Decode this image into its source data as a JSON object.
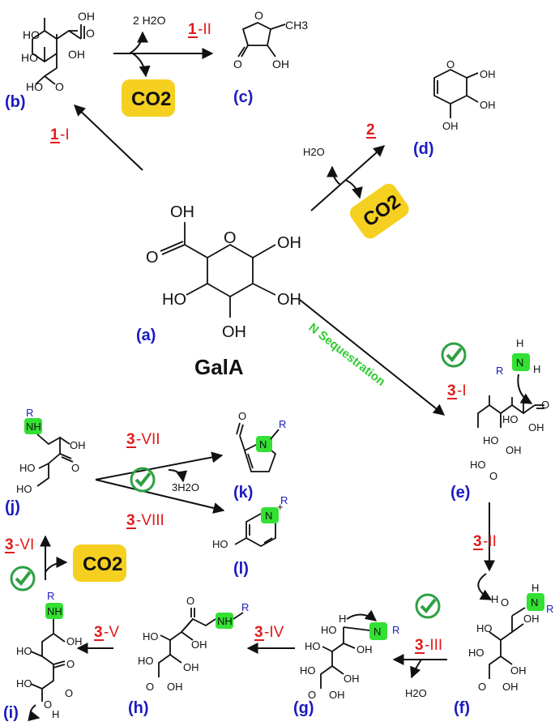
{
  "labels": {
    "a": "(a)",
    "b": "(b)",
    "c": "(c)",
    "d": "(d)",
    "e": "(e)",
    "f": "(f)",
    "g": "(g)",
    "h": "(h)",
    "i": "(i)",
    "j": "(j)",
    "k": "(k)",
    "l": "(l)"
  },
  "title": "GalA",
  "n_sequestration": "N Sequestration",
  "steps": {
    "s1_I": {
      "num": "1",
      "roman": "-I"
    },
    "s1_II": {
      "num": "1",
      "roman": "-II"
    },
    "s2": {
      "num": "2",
      "roman": ""
    },
    "s3_I": {
      "num": "3",
      "roman": "-I"
    },
    "s3_II": {
      "num": "3",
      "roman": "-II"
    },
    "s3_III": {
      "num": "3",
      "roman": "-III"
    },
    "s3_IV": {
      "num": "3",
      "roman": "-IV"
    },
    "s3_V": {
      "num": "3",
      "roman": "-V"
    },
    "s3_VI": {
      "num": "3",
      "roman": "-VI"
    },
    "s3_VII": {
      "num": "3",
      "roman": "-VII"
    },
    "s3_VIII": {
      "num": "3",
      "roman": "-VIII"
    }
  },
  "reagents": {
    "two_h2o": "2 H2O",
    "h2o": "H2O",
    "three_h2o": "3H2O",
    "co2": "CO2"
  },
  "atoms": {
    "oh": "OH",
    "ho": "HO",
    "o": "O",
    "h": "H",
    "n": "N",
    "nh": "NH",
    "ch3": "CH3",
    "r": "R",
    "plus": "+"
  },
  "colors": {
    "accent_label": "#1b1bbf",
    "step_red": "#e01b1b",
    "co2_badge": "#f5d020",
    "amine_green": "#33e033",
    "check_green": "#2ea043"
  },
  "icons": [
    "check-icon",
    "co2-badge"
  ]
}
